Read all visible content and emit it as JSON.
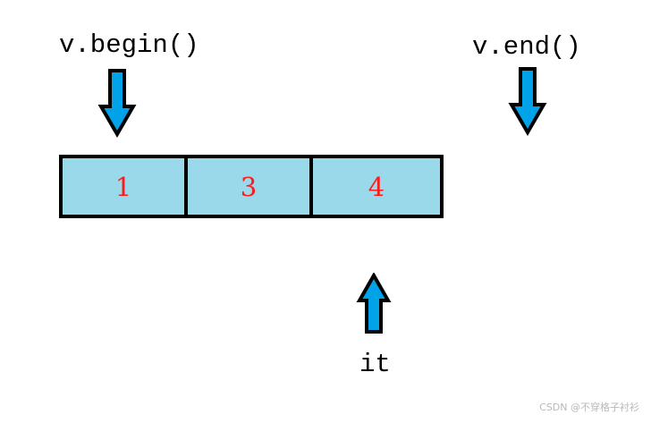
{
  "labels": {
    "begin": "v.begin()",
    "end": "v.end()",
    "iterator": "it"
  },
  "array": {
    "cells": [
      "1",
      "3",
      "4"
    ]
  },
  "icons": {
    "begin_arrow": "down-arrow-icon",
    "end_arrow": "down-arrow-icon",
    "iterator_arrow": "up-arrow-icon"
  },
  "colors": {
    "arrow_fill": "#00a2e8",
    "cell_fill": "#99d9ea",
    "cell_text": "#ff1a1a",
    "border": "#000000"
  },
  "watermark": "CSDN @不穿格子衬衫"
}
